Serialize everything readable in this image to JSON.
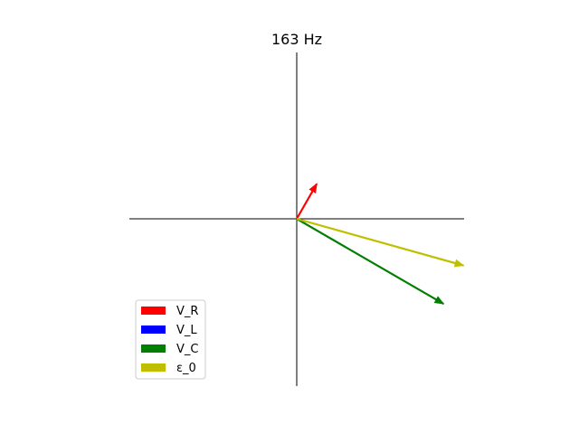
{
  "chart_data": {
    "type": "phasor",
    "title": "163 Hz",
    "axis_range": [
      -1,
      1
    ],
    "grid": false,
    "legend_placement": "lower-left",
    "series": [
      {
        "name": "V_R",
        "color": "#ff0000",
        "x": 0.12,
        "y": 0.21
      },
      {
        "name": "V_L",
        "color": "#0000ff",
        "x": 0.0,
        "y": 0.0
      },
      {
        "name": "V_C",
        "color": "#008000",
        "x": 0.88,
        "y": -0.51
      },
      {
        "name": "ε_0",
        "color": "#bfbf00",
        "x": 1.0,
        "y": -0.28
      }
    ]
  }
}
